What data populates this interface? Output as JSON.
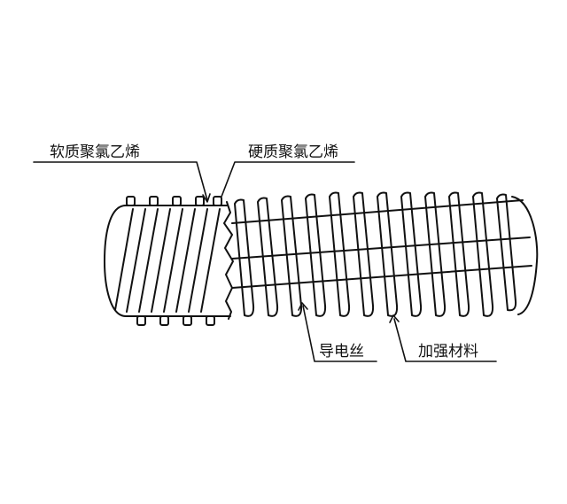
{
  "labels": {
    "soft_pvc": "软质聚氯乙烯",
    "hard_pvc": "硬质聚氯乙烯",
    "conductive_wire": "导电丝",
    "reinforcement": "加强材料"
  },
  "colors": {
    "line": "#111111",
    "background": "#ffffff"
  }
}
